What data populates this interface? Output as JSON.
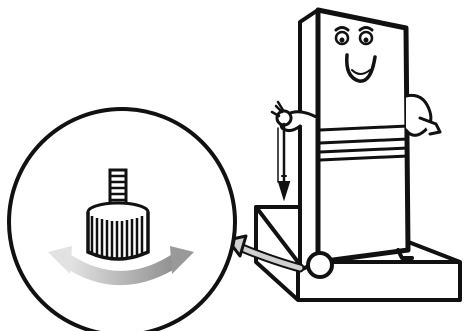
{
  "illustration": {
    "subject": "cartoon-refrigerator-leveling-foot",
    "colors": {
      "ink": "#111111",
      "paper": "#ffffff",
      "arrow_light": "#c8c8c8",
      "arrow_dark": "#9a9a9a"
    },
    "icons": [
      "refrigerator-character",
      "plumb-line",
      "leveling-foot-detail",
      "rotate-arrow",
      "callout-arrow"
    ]
  }
}
